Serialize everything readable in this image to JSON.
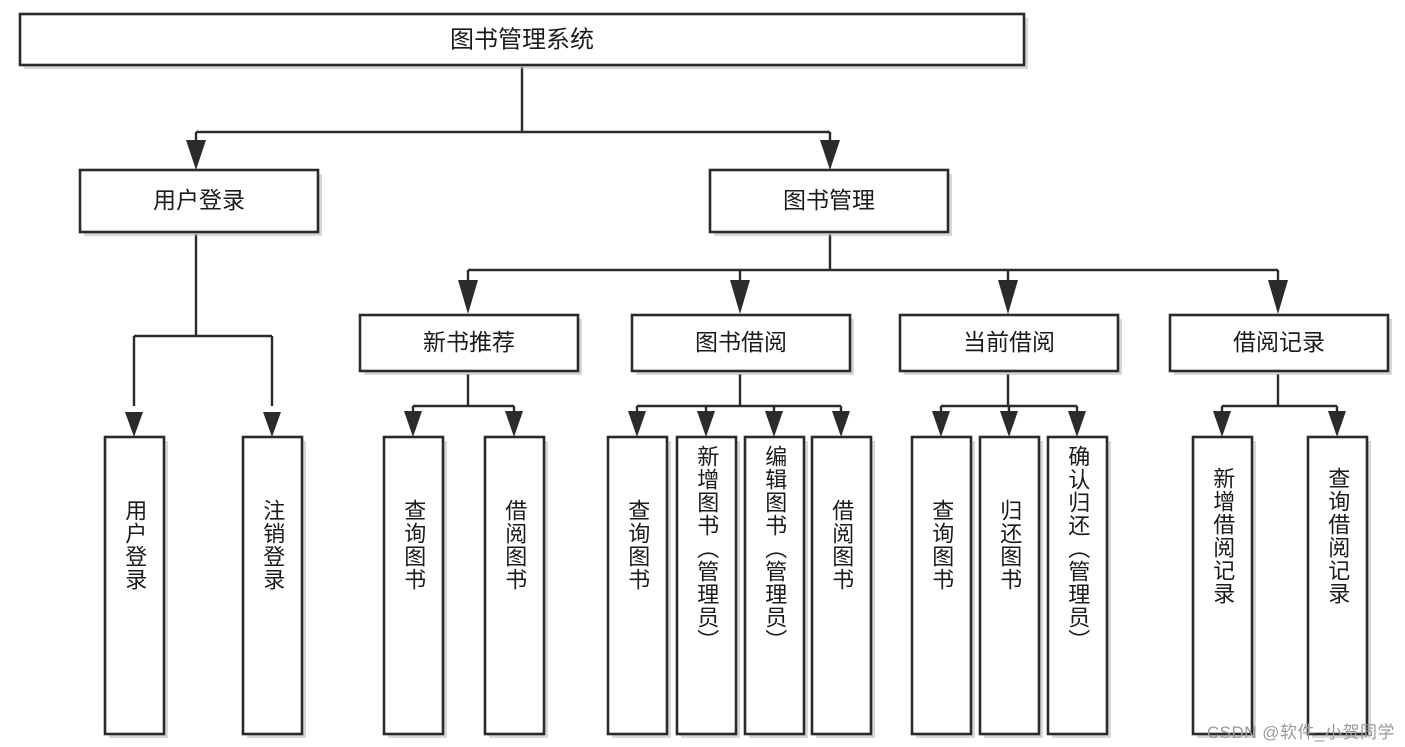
{
  "diagram": {
    "title": "图书管理系统",
    "type": "tree",
    "background_color": "#ffffff",
    "box_stroke_color": "#2b2b2b",
    "box_fill_color": "#ffffff",
    "connector_color": "#2b2b2b",
    "text_color": "#1b1b1b"
  },
  "root": {
    "label": "图书管理系统"
  },
  "level2": [
    {
      "label": "用户登录"
    },
    {
      "label": "图书管理"
    }
  ],
  "level3": [
    {
      "label": "新书推荐"
    },
    {
      "label": "图书借阅"
    },
    {
      "label": "当前借阅"
    },
    {
      "label": "借阅记录"
    }
  ],
  "leaves": {
    "user_login": [
      {
        "label": "用户登录"
      },
      {
        "label": "注销登录"
      }
    ],
    "new_book": [
      {
        "label": "查询图书"
      },
      {
        "label": "借阅图书"
      }
    ],
    "book_borrow": [
      {
        "label": "查询图书"
      },
      {
        "label": "新增图书（管理员）"
      },
      {
        "label": "编辑图书（管理员）"
      },
      {
        "label": "借阅图书"
      }
    ],
    "current_borrow": [
      {
        "label": "查询图书"
      },
      {
        "label": "归还图书"
      },
      {
        "label": "确认归还（管理员）"
      }
    ],
    "borrow_record": [
      {
        "label": "新增借阅记录"
      },
      {
        "label": "查询借阅记录"
      }
    ]
  },
  "watermark": {
    "text": "CSDN @软件_小贺同学"
  }
}
